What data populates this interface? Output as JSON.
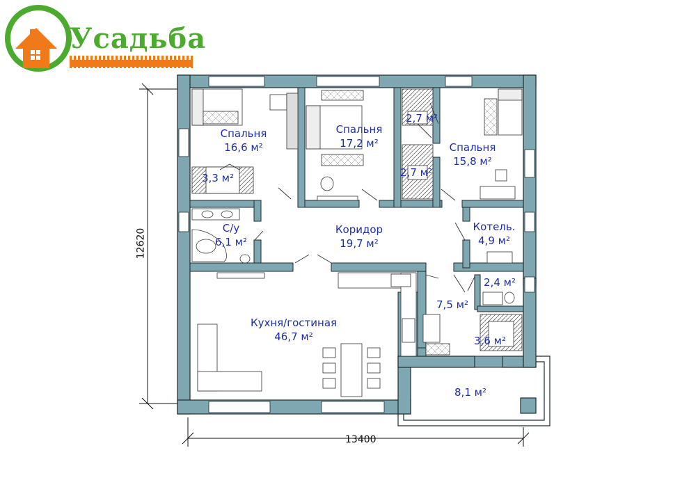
{
  "brand": {
    "name": "Усадьба",
    "colors": {
      "green": "#4caa2f",
      "orange": "#f07a1a",
      "wall": "#7fa7b2",
      "text": "#1d2fa8"
    }
  },
  "plan": {
    "dimensions": {
      "width": "13400",
      "height": "12620"
    },
    "rooms": [
      {
        "id": "bedroom1",
        "name": "Спальня",
        "area": "16,6 м²"
      },
      {
        "id": "closet1",
        "name": "",
        "area": "3,3 м²"
      },
      {
        "id": "bedroom2",
        "name": "Спальня",
        "area": "17,2 м²"
      },
      {
        "id": "closet2",
        "name": "",
        "area": "2,7 м²"
      },
      {
        "id": "closet3",
        "name": "",
        "area": "2,7 м²"
      },
      {
        "id": "bedroom3",
        "name": "Спальня",
        "area": "15,8 м²"
      },
      {
        "id": "bathroom",
        "name": "С/у",
        "area": "6,1 м²"
      },
      {
        "id": "corridor",
        "name": "Коридор",
        "area": "19,7 м²"
      },
      {
        "id": "boiler",
        "name": "Котель.",
        "area": "4,9 м²"
      },
      {
        "id": "wc",
        "name": "",
        "area": "2,4 м²"
      },
      {
        "id": "hall",
        "name": "",
        "area": "7,5 м²"
      },
      {
        "id": "storage",
        "name": "",
        "area": "3,6 м²"
      },
      {
        "id": "kitchen",
        "name": "Кухня/гостиная",
        "area": "46,7 м²"
      },
      {
        "id": "porch",
        "name": "",
        "area": "8,1 м²"
      }
    ]
  }
}
